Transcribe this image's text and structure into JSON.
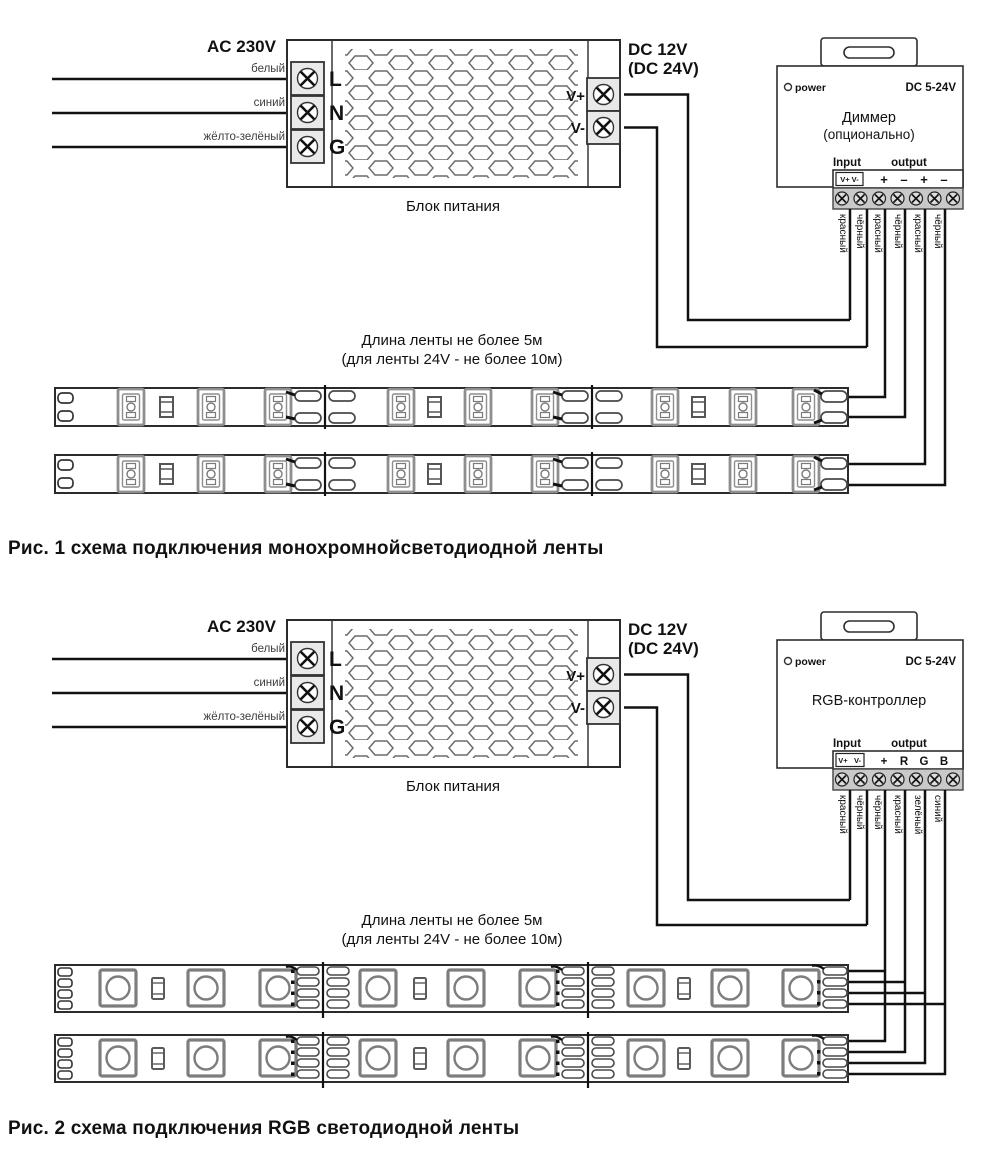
{
  "figure1": {
    "psu": {
      "ac_label": "AC 230V",
      "wire_colors": [
        "белый",
        "синий",
        "жёлто-зелёный"
      ],
      "terminals": [
        "L",
        "N",
        "G"
      ],
      "outputs": [
        "V+",
        "V-"
      ],
      "caption": "Блок питания"
    },
    "dc_label_lines": [
      "DC 12V",
      "(DC 24V)"
    ],
    "dimmer": {
      "power_label": "power",
      "voltage_label": "DC 5-24V",
      "name_lines": [
        "Диммер",
        "(опционально)"
      ],
      "input_label": "Input",
      "output_label": "output",
      "input_terminals": "V+ V-",
      "output_marks": [
        "+",
        "–",
        "+",
        "–"
      ],
      "wire_labels": [
        "красный",
        "чёрный",
        "красный",
        "чёрный",
        "красный",
        "чёрный"
      ]
    },
    "strip_note_lines": [
      "Длина ленты не более 5м",
      "(для ленты 24V - не более 10м)"
    ],
    "caption": "Рис. 1 схема подключения монохромнойсветодиодной ленты"
  },
  "figure2": {
    "psu": {
      "ac_label": "AC 230V",
      "wire_colors": [
        "белый",
        "синий",
        "жёлто-зелёный"
      ],
      "terminals": [
        "L",
        "N",
        "G"
      ],
      "outputs": [
        "V+",
        "V-"
      ],
      "caption": "Блок питания"
    },
    "dc_label_lines": [
      "DC 12V",
      "(DC 24V)"
    ],
    "controller": {
      "power_label": "power",
      "voltage_label": "DC 5-24V",
      "name": "RGB-контроллер",
      "input_label": "Input",
      "output_label": "output",
      "terminals": [
        "V+",
        "V-",
        "+",
        "R",
        "G",
        "B"
      ],
      "wire_labels": [
        "красный",
        "чёрный",
        "чёрный",
        "красный",
        "зелёный",
        "синий"
      ]
    },
    "strip_note_lines": [
      "Длина ленты не более 5м",
      "(для ленты 24V - не более 10м)"
    ],
    "caption": "Рис. 2 схема подключения RGB светодиодной ленты"
  }
}
